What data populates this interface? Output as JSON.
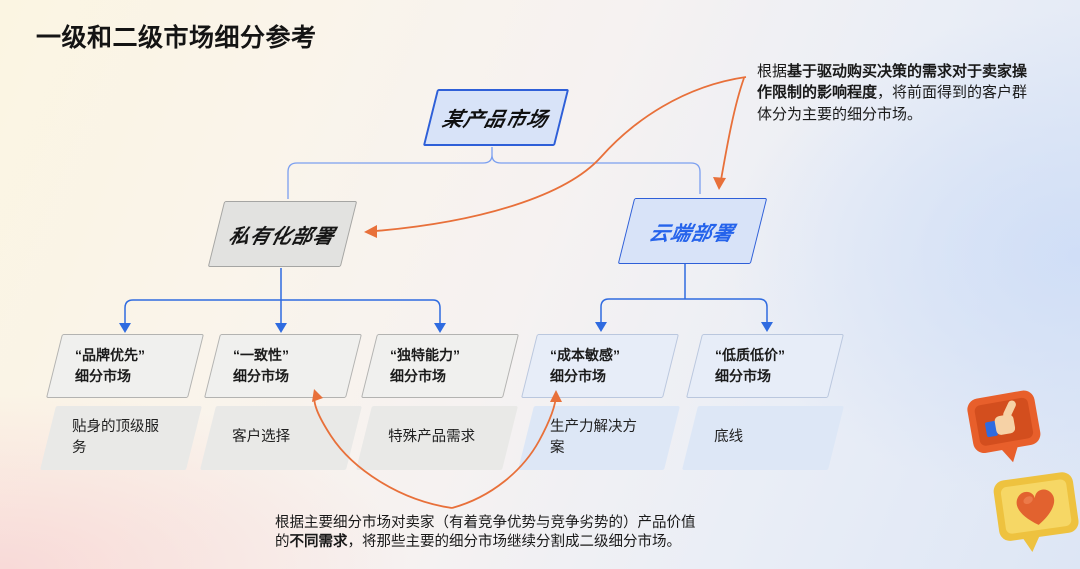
{
  "title": "一级和二级市场细分参考",
  "diagram": {
    "root": {
      "label": "某产品市场"
    },
    "branches": [
      {
        "label": "私有化部署",
        "theme": "gray"
      },
      {
        "label": "云端部署",
        "theme": "blue"
      }
    ],
    "segments": [
      {
        "quote": "“品牌优先”",
        "type": "细分市场",
        "desc": "贴身的顶级服务",
        "theme": "gray"
      },
      {
        "quote": "“一致性”",
        "type": "细分市场",
        "desc": "客户选择",
        "theme": "gray"
      },
      {
        "quote": "“独特能力”",
        "type": "细分市场",
        "desc": "特殊产品需求",
        "theme": "gray"
      },
      {
        "quote": "“成本敏感”",
        "type": "细分市场",
        "desc": "生产力解决方案",
        "theme": "blue"
      },
      {
        "quote": "“低质低价”",
        "type": "细分市场",
        "desc": "底线",
        "theme": "blue"
      }
    ]
  },
  "annotations": {
    "top_right": {
      "prefix": "根据",
      "bold": "基于驱动购买决策的需求对于卖家操作限制的影响程度",
      "suffix": "，将前面得到的客户群体分为主要的细分市场。"
    },
    "bottom": {
      "prefix": "根据主要细分市场对卖家（有着竞争优势与竞争劣势的）产品价值的",
      "bold": "不同需求",
      "suffix": "，将那些主要的细分市场继续分割成二级细分市场。"
    }
  },
  "icons": [
    {
      "name": "thumbs-up-badge"
    },
    {
      "name": "heart-badge"
    }
  ],
  "colors": {
    "accent_blue": "#2e5fd8",
    "accent_orange": "#e8703a",
    "blue_fill": "#d8e3f8",
    "gray_fill": "#e2e2e0",
    "blue_text": "#2563eb"
  }
}
